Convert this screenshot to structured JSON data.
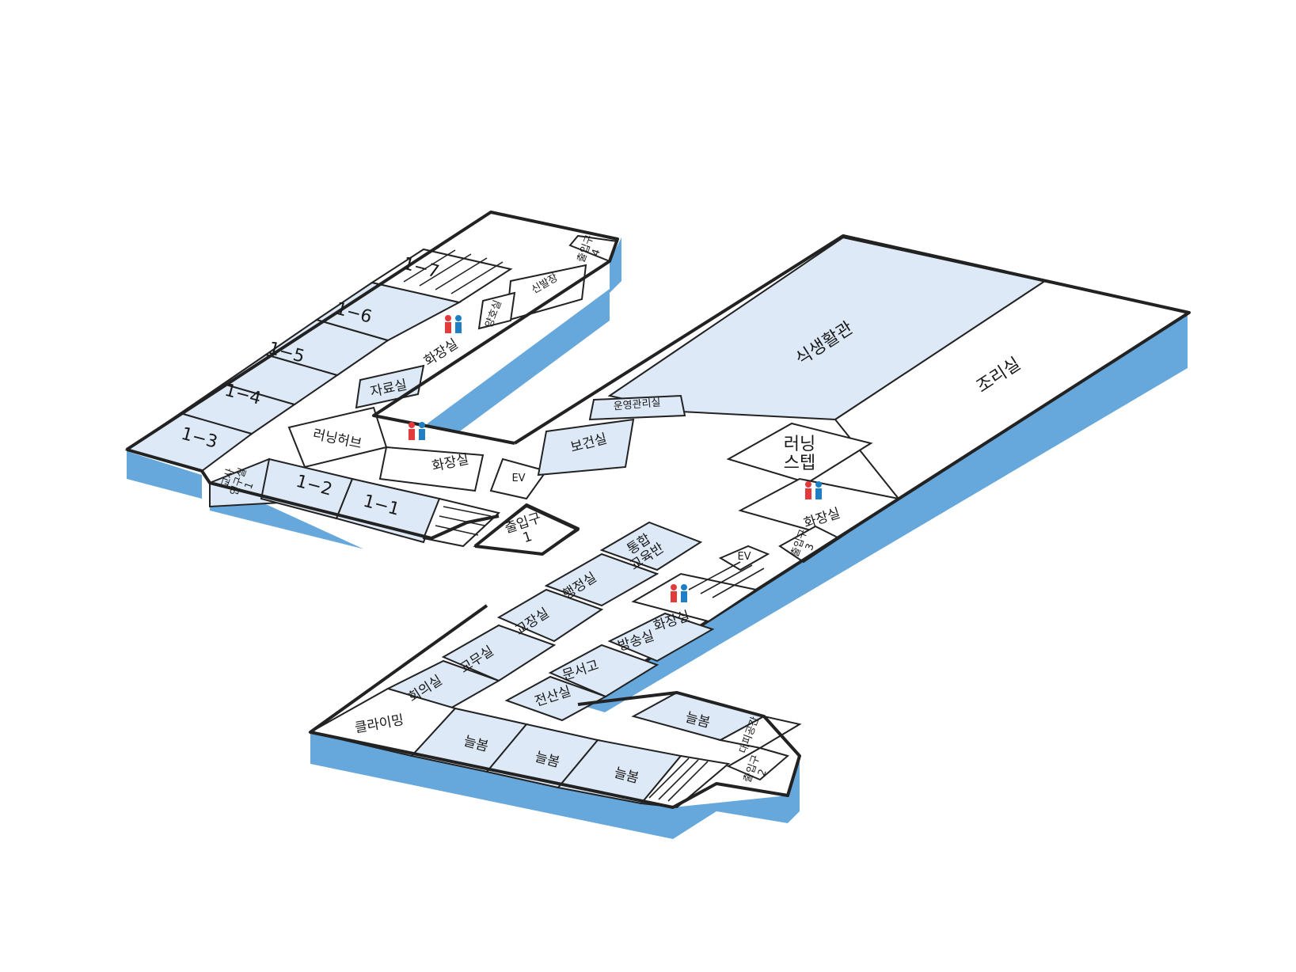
{
  "colors": {
    "room_fill": "#dde9f6",
    "wall_side": "#66a7dc",
    "outline": "#222222",
    "restroom_female": "#e23b3b",
    "restroom_male": "#1f7fc4"
  },
  "icons": {
    "restroom": "restroom-icon",
    "stairs": "stairs-icon"
  },
  "rooms": {
    "cafeteria": "식생활관",
    "kitchen": "조리실",
    "learning_step": "러닝\n스텝",
    "restroom": "화장실",
    "health_room": "보건실",
    "ops_office": "운영관리실",
    "ev": "EV",
    "learning_hub": "러닝허브",
    "data_room": "자료실",
    "nursing_room": "양호실",
    "shoe_room": "신발장",
    "teacher_room": "교사\n연구실\n1",
    "entrance1": "출입구\n1",
    "entrance2": "출입구\n2",
    "entrance3": "출입구\n3",
    "entrance4": "출입구\n4",
    "integrated_edu": "통합\n교육반",
    "admin_office": "행정실",
    "principal": "교장실",
    "staff_room": "교무실",
    "meeting": "회의실",
    "broadcast": "방송실",
    "archive": "문서고",
    "server": "전산실",
    "climbing": "클라이밍",
    "neulbom": "늘봄",
    "shelter": "대피공간",
    "c1_1": "1−1",
    "c1_2": "1−2",
    "c1_3": "1−3",
    "c1_4": "1−4",
    "c1_5": "1−5",
    "c1_6": "1−6",
    "c1_7": "1−7"
  }
}
